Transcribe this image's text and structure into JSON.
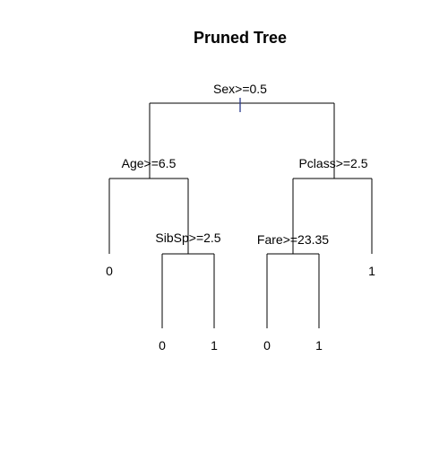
{
  "title": "Pruned Tree",
  "nodes": {
    "root": {
      "label": "Sex>=0.5"
    },
    "left": {
      "label": "Age>=6.5"
    },
    "right": {
      "label": "Pclass>=2.5"
    },
    "left_right": {
      "label": "SibSp>=2.5"
    },
    "right_left": {
      "label": "Fare>=23.35"
    }
  },
  "leaves": {
    "left_left": "0",
    "left_right_left": "0",
    "left_right_right": "1",
    "right_left_left": "0",
    "right_left_right": "1",
    "right_right": "1"
  },
  "colors": {
    "edges": "#000000",
    "root_marker": "#2b3a8c"
  }
}
